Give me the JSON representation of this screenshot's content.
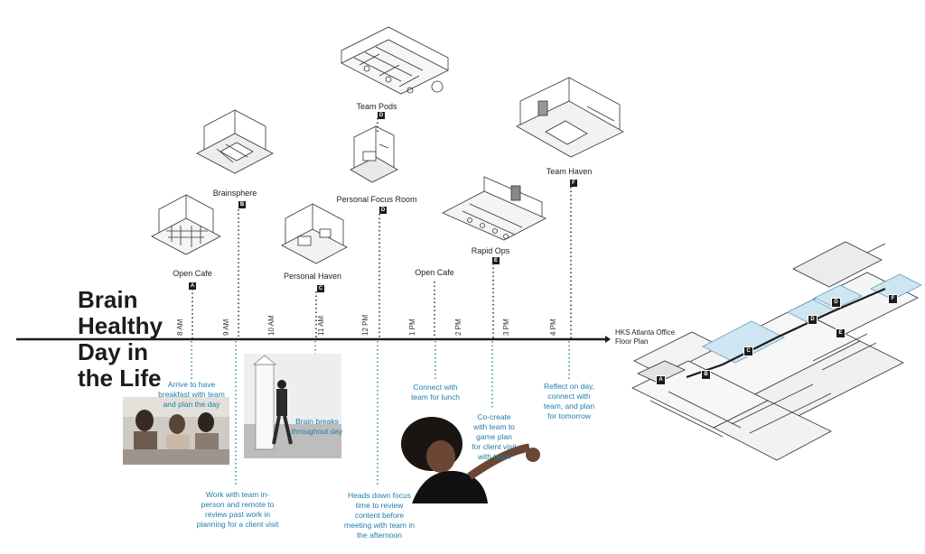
{
  "title": [
    "Brain",
    "Healthy",
    "Day in",
    "the Life"
  ],
  "axis": {
    "label_line1": "HKS Atlanta Office",
    "label_line2": "Floor Plan",
    "ticks": [
      {
        "num": "8",
        "unit": "AM"
      },
      {
        "num": "9",
        "unit": "AM"
      },
      {
        "num": "10",
        "unit": "AM"
      },
      {
        "num": "11",
        "unit": "AM"
      },
      {
        "num": "12",
        "unit": "PM"
      },
      {
        "num": "1",
        "unit": "PM"
      },
      {
        "num": "2",
        "unit": "PM"
      },
      {
        "num": "3",
        "unit": "PM"
      },
      {
        "num": "4",
        "unit": "PM"
      }
    ]
  },
  "spaces": [
    {
      "name": "Open Cafe",
      "badge": "A"
    },
    {
      "name": "Brainsphere",
      "badge": "B"
    },
    {
      "name": "Personal Haven",
      "badge": "C"
    },
    {
      "name": "Team Pods",
      "badge": "D"
    },
    {
      "name": "Personal Focus Room",
      "badge": "D"
    },
    {
      "name": "Open Cafe",
      "badge": ""
    },
    {
      "name": "Rapid Ops",
      "badge": "E"
    },
    {
      "name": "Team Haven",
      "badge": "F"
    }
  ],
  "captions": [
    [
      "Arrive to have",
      "breakfast with team",
      "and plan the day"
    ],
    [
      "Work with team in-",
      "person and remote to",
      "review past work in",
      "planning for a client visit"
    ],
    [
      "Brain breaks",
      "throughout day"
    ],
    [
      "Heads down focus",
      "time to review",
      "content before",
      "meeting with team in",
      "the afternoon"
    ],
    [
      "Connect with",
      "team for lunch"
    ],
    [
      "Co-create",
      "with team to",
      "game plan",
      "for client visit",
      "with team"
    ],
    [
      "Reflect on day,",
      "connect with",
      "team, and plan",
      "for tomorrow"
    ]
  ],
  "plan_badges": [
    "A",
    "B",
    "C",
    "D",
    "D",
    "E",
    "F"
  ],
  "colors": {
    "accent": "#1f7ea8",
    "ink": "#1c1c1c",
    "plan_highlight": "#cfe6f2"
  }
}
